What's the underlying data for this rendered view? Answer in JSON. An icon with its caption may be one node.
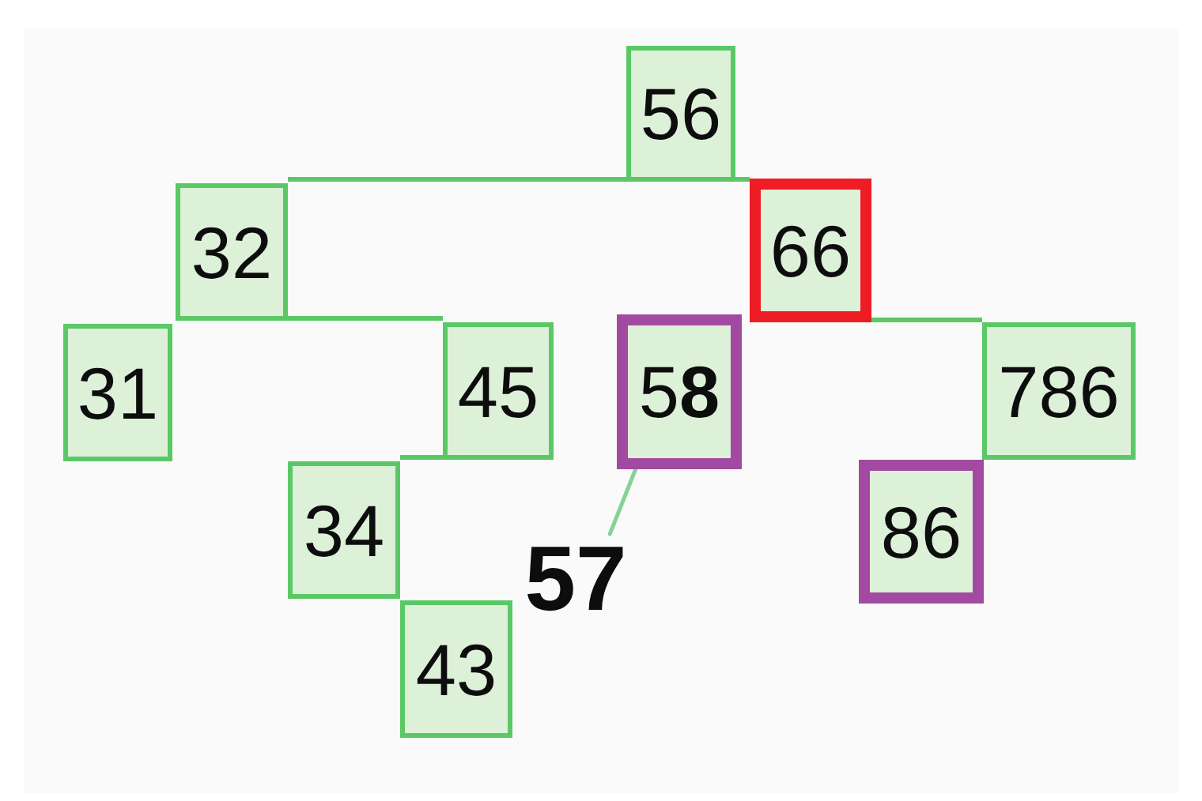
{
  "diagram": {
    "nodes": [
      {
        "text": [
          "56"
        ]
      },
      {
        "text": [
          "32"
        ]
      },
      {
        "text": [
          "66"
        ]
      },
      {
        "text": [
          "31"
        ]
      },
      {
        "text": [
          "45"
        ]
      },
      {
        "text": [
          "5**8**"
        ]
      },
      {
        "text": [
          "786"
        ]
      },
      {
        "text": [
          "34"
        ]
      },
      {
        "text": [
          "86"
        ]
      },
      {
        "text": [
          "57"
        ]
      },
      {
        "text": [
          "43"
        ]
      }
    ],
    "edges": [
      {
        "from": 0,
        "to": 1,
        "arrow": "none"
      },
      {
        "from": 0,
        "to": 2,
        "arrow": "none"
      },
      {
        "from": 1,
        "to": 4,
        "arrow": "none"
      },
      {
        "from": 4,
        "to": 7,
        "arrow": "none"
      },
      {
        "from": 2,
        "to": 6,
        "arrow": "none"
      },
      {
        "from": 9,
        "to": 5,
        "arrow": "none",
        "color": "#86d296"
      }
    ]
  }
}
